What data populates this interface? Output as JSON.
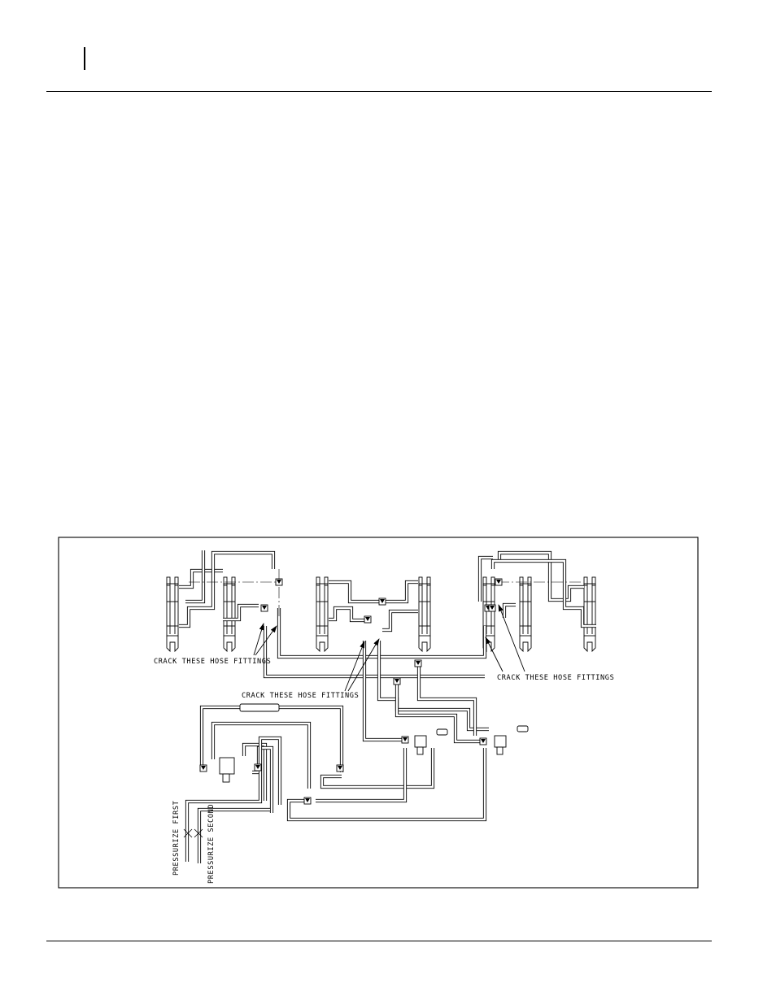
{
  "figure": {
    "callouts": {
      "left": "CRACK THESE HOSE FITTINGS",
      "center": "CRACK THESE HOSE FITTINGS",
      "right": "CRACK THESE HOSE FITTINGS"
    },
    "hose_labels": {
      "first": "PRESSURIZE FIRST",
      "second": "PRESSURIZE SECOND"
    }
  }
}
